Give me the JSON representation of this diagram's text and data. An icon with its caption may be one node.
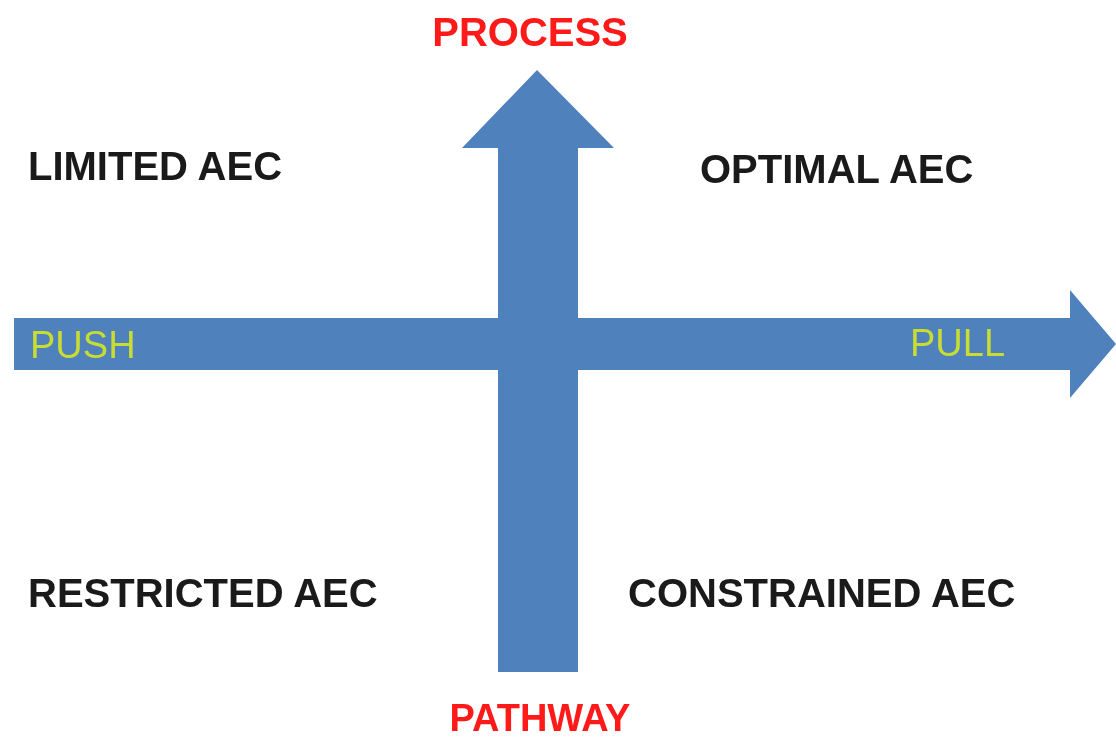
{
  "diagram": {
    "labels": [
      "PROCESS",
      "LIMITED AEC",
      "OPTIMAL AEC",
      "PUSH",
      "PULL",
      "RESTRICTED AEC",
      "CONSTRAINED AEC",
      "PATHWAY"
    ]
  }
}
